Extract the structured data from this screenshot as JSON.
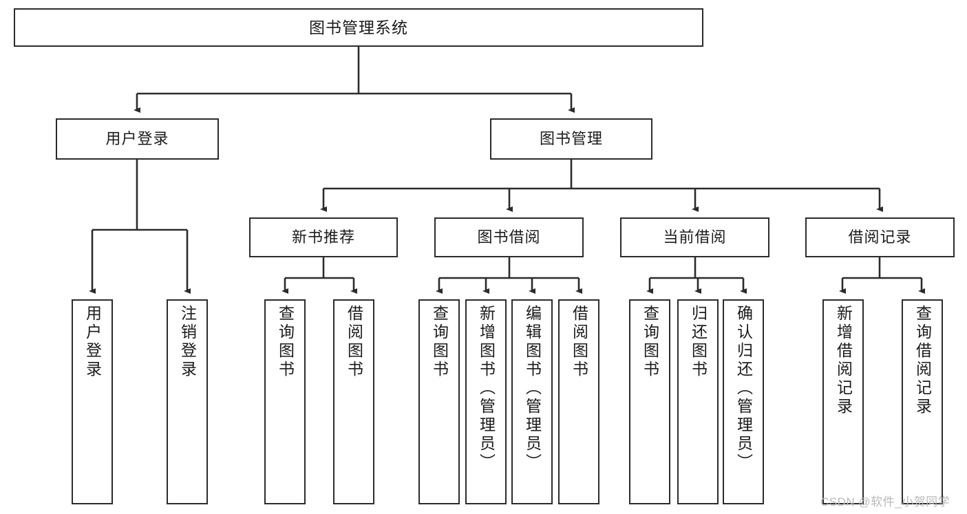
{
  "diagram": {
    "type": "tree-hierarchy-chart",
    "title": "图书管理系统",
    "style": {
      "background": "#ffffff",
      "stroke": "#2b2b2b",
      "text": "#1b1b1b",
      "watermark": "#b9b9b9"
    },
    "levels": {
      "root": {
        "label": "图书管理系统"
      },
      "level1": [
        {
          "label": "用户登录"
        },
        {
          "label": "图书管理"
        }
      ],
      "level2": [
        {
          "label": "新书推荐"
        },
        {
          "label": "图书借阅"
        },
        {
          "label": "当前借阅"
        },
        {
          "label": "借阅记录"
        }
      ],
      "leaves": {
        "user_login": [
          {
            "label": "用户登录"
          },
          {
            "label": "注销登录"
          }
        ],
        "new_book_recommend": [
          {
            "label": "查询图书"
          },
          {
            "label": "借阅图书"
          }
        ],
        "book_borrow": [
          {
            "label": "查询图书"
          },
          {
            "label": "新增图书（管理员）"
          },
          {
            "label": "编辑图书（管理员）"
          },
          {
            "label": "借阅图书"
          }
        ],
        "current_borrow": [
          {
            "label": "查询图书"
          },
          {
            "label": "归还图书"
          },
          {
            "label": "确认归还（管理员）"
          }
        ],
        "borrow_record": [
          {
            "label": "新增借阅记录"
          },
          {
            "label": "查询借阅记录"
          }
        ]
      }
    }
  },
  "watermark": {
    "text": "CSDN @软件_小贺同学"
  }
}
